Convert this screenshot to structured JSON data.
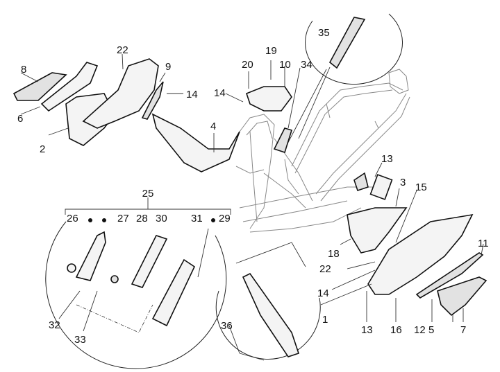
{
  "diagram": {
    "type": "exploded-parts-diagram",
    "subject": "scooter frame body panels / footrest assembly",
    "labels": {
      "p1": "1",
      "p2": "2",
      "p3": "3",
      "p4": "4",
      "p5": "5",
      "p6": "6",
      "p7": "7",
      "p8": "8",
      "p9": "9",
      "p10": "10",
      "p11": "11",
      "p12": "12",
      "p13a": "13",
      "p13b": "13",
      "p14a": "14",
      "p14b": "14",
      "p14c": "14",
      "p15": "15",
      "p16": "16",
      "p18": "18",
      "p19": "19",
      "p20": "20",
      "p22a": "22",
      "p22b": "22",
      "p25": "25",
      "p26": "26",
      "p27": "27",
      "p28": "28",
      "p29": "29",
      "p30": "30",
      "p31": "31",
      "p32": "32",
      "p33": "33",
      "p34": "34",
      "p35": "35",
      "p36": "36"
    },
    "callouts": [
      {
        "id": "detail-circle-top",
        "contains": [
          "35"
        ]
      },
      {
        "id": "detail-circle-left",
        "contains": [
          "25",
          "26",
          "27",
          "28",
          "29",
          "30",
          "31",
          "32",
          "33"
        ]
      },
      {
        "id": "detail-circle-bottom",
        "contains": [
          "36"
        ]
      }
    ]
  }
}
